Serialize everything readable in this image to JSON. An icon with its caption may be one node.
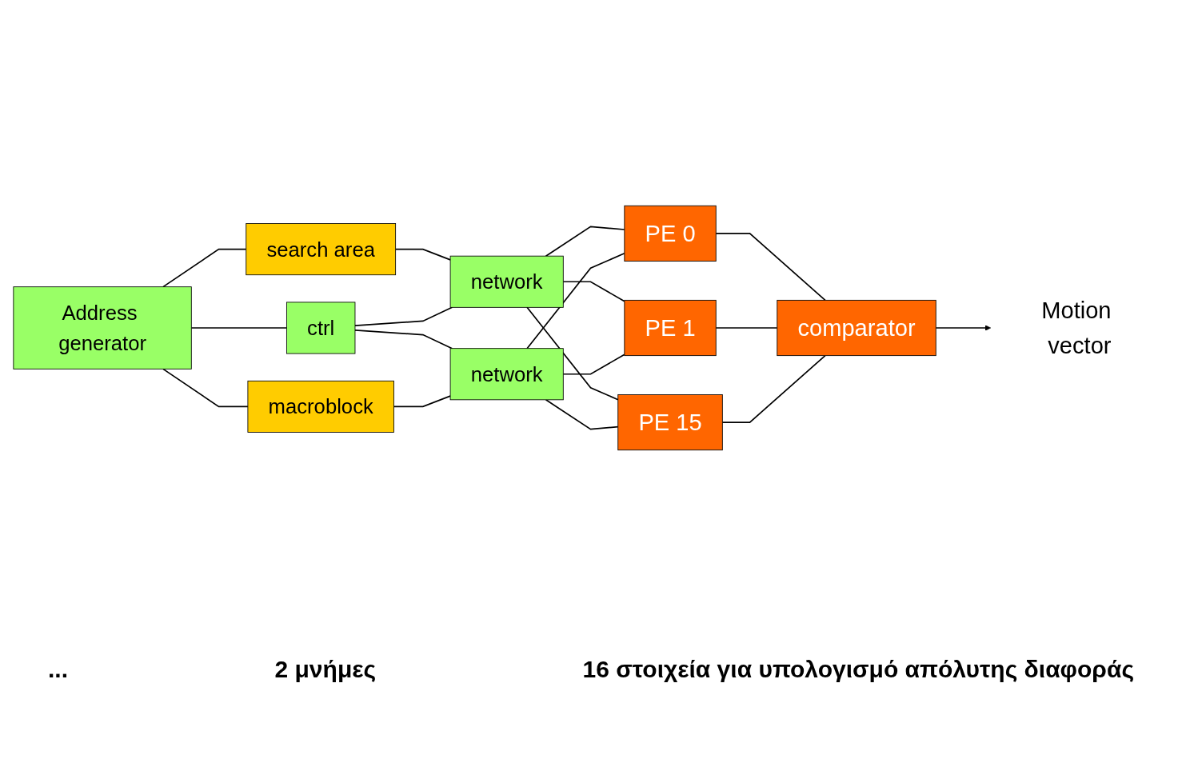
{
  "diagram": {
    "nodes": [
      {
        "text": [
          "Address generator"
        ]
      },
      {
        "text": [
          "search area"
        ]
      },
      {
        "text": [
          "network"
        ]
      },
      {
        "text": [
          "ctrl"
        ]
      },
      {
        "text": [
          "macroblock"
        ]
      },
      {
        "text": [
          "network"
        ]
      },
      {
        "text": [
          "PE 0"
        ]
      },
      {
        "text": [
          "PE 1"
        ]
      },
      {
        "text": [
          "PE 15"
        ]
      },
      {
        "text": [
          "comparator"
        ]
      },
      {
        "text": [
          "Motion vector"
        ]
      }
    ],
    "edges": [
      {
        "from": 0,
        "to": 1,
        "arrow": "none"
      },
      {
        "from": 0,
        "to": 3,
        "arrow": "none"
      },
      {
        "from": 0,
        "to": 4,
        "arrow": "none"
      },
      {
        "from": 1,
        "to": 2,
        "arrow": "none"
      },
      {
        "from": 3,
        "to": 2,
        "arrow": "none"
      },
      {
        "from": 3,
        "to": 5,
        "arrow": "none"
      },
      {
        "from": 4,
        "to": 5,
        "arrow": "none"
      },
      {
        "from": 2,
        "to": 6,
        "arrow": "none"
      },
      {
        "from": 2,
        "to": 7,
        "arrow": "none"
      },
      {
        "from": 2,
        "to": 8,
        "arrow": "none"
      },
      {
        "from": 5,
        "to": 6,
        "arrow": "none"
      },
      {
        "from": 5,
        "to": 7,
        "arrow": "none"
      },
      {
        "from": 5,
        "to": 8,
        "arrow": "none"
      },
      {
        "from": 6,
        "to": 9,
        "arrow": "none"
      },
      {
        "from": 7,
        "to": 9,
        "arrow": "none"
      },
      {
        "from": 8,
        "to": 9,
        "arrow": "none"
      },
      {
        "from": 9,
        "to": 10,
        "arrow": "to"
      }
    ],
    "labels": [
      "...",
      "2 μνήμες",
      "16 στοιχεία για υπολογισμό απόλυτης διαφοράς"
    ]
  }
}
